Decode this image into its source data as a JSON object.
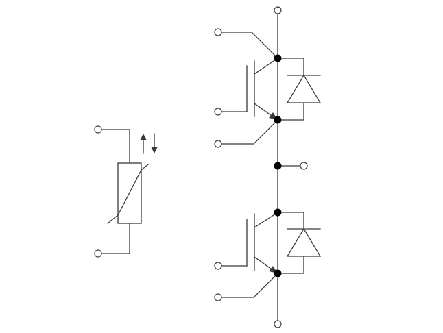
{
  "diagram": {
    "type": "circuit-schematic",
    "components": [
      {
        "kind": "ntc-thermistor",
        "symbol": "resistor-with-diagonal"
      },
      {
        "kind": "igbt",
        "position": "upper",
        "with": "freewheel-diode"
      },
      {
        "kind": "igbt",
        "position": "lower",
        "with": "freewheel-diode"
      }
    ],
    "colors": {
      "stroke": "#3a3a3a",
      "node": "#000000",
      "background": "#ffffff"
    }
  }
}
